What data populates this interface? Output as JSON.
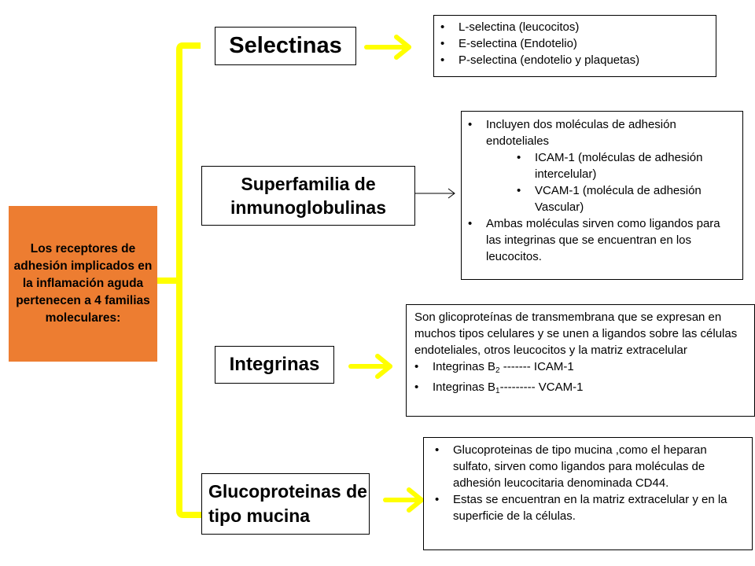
{
  "root": {
    "text": "Los receptores de adhesión implicados en la inflamación aguda pertenecen a 4 familias moleculares:"
  },
  "families": [
    {
      "title": "Selectinas",
      "details": {
        "items": [
          "L-selectina (leucocitos)",
          "E-selectina (Endotelio)",
          "P-selectina (endotelio y plaquetas)"
        ]
      }
    },
    {
      "title": "Superfamilia de inmunoglobulinas",
      "details": {
        "item1": "Incluyen dos moléculas de adhesión endoteliales",
        "sub_items": [
          "ICAM-1 (moléculas de adhesión intercelular)",
          "VCAM-1 (molécula de adhesión Vascular)"
        ],
        "item2": "Ambas moléculas sirven como ligandos para las integrinas que se encuentran en los leucocitos."
      }
    },
    {
      "title": "Integrinas",
      "details": {
        "intro": "Son glicoproteínas de transmembrana que se expresan en muchos  tipos celulares y se unen a ligandos sobre las células endoteliales, otros leucocitos y la matriz extracelular",
        "items": [
          {
            "prefix": "Integrinas B",
            "subscript": "2",
            "suffix": " -------  ICAM-1"
          },
          {
            "prefix": "Integrinas B",
            "subscript": "1",
            "suffix": "--------- VCAM-1"
          }
        ]
      }
    },
    {
      "title": "Glucoproteinas de tipo mucina",
      "details": {
        "items": [
          "Glucoproteinas de tipo mucina ,como el heparan sulfato, sirven como ligandos para moléculas de adhesión leucocitaria denominada CD44.",
          "Estas se encuentran en la matriz extracelular  y en la superficie de la células."
        ]
      }
    }
  ],
  "colors": {
    "root_fill": "#ED7D31",
    "bracket": "#FFFF00",
    "arrow": "#FFFF00",
    "thin_arrow": "#000000"
  }
}
